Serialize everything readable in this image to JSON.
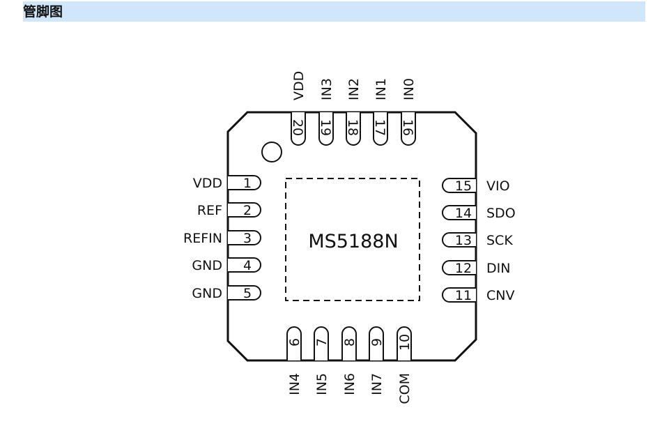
{
  "header": {
    "title": "管脚图"
  },
  "chip": {
    "name": "MS5188N"
  },
  "left_pins": [
    {
      "num": "1",
      "label": "VDD"
    },
    {
      "num": "2",
      "label": "REF"
    },
    {
      "num": "3",
      "label": "REFIN"
    },
    {
      "num": "4",
      "label": "GND"
    },
    {
      "num": "5",
      "label": "GND"
    }
  ],
  "bottom_pins": [
    {
      "num": "6",
      "label": "IN4"
    },
    {
      "num": "7",
      "label": "IN5"
    },
    {
      "num": "8",
      "label": "IN6"
    },
    {
      "num": "9",
      "label": "IN7"
    },
    {
      "num": "10",
      "label": "COM"
    }
  ],
  "right_pins": [
    {
      "num": "11",
      "label": "CNV"
    },
    {
      "num": "12",
      "label": "DIN"
    },
    {
      "num": "13",
      "label": "SCK"
    },
    {
      "num": "14",
      "label": "SDO"
    },
    {
      "num": "15",
      "label": "VIO"
    }
  ],
  "top_pins": [
    {
      "num": "16",
      "label": "IN0"
    },
    {
      "num": "17",
      "label": "IN1"
    },
    {
      "num": "18",
      "label": "IN2"
    },
    {
      "num": "19",
      "label": "IN3"
    },
    {
      "num": "20",
      "label": "VDD"
    }
  ]
}
